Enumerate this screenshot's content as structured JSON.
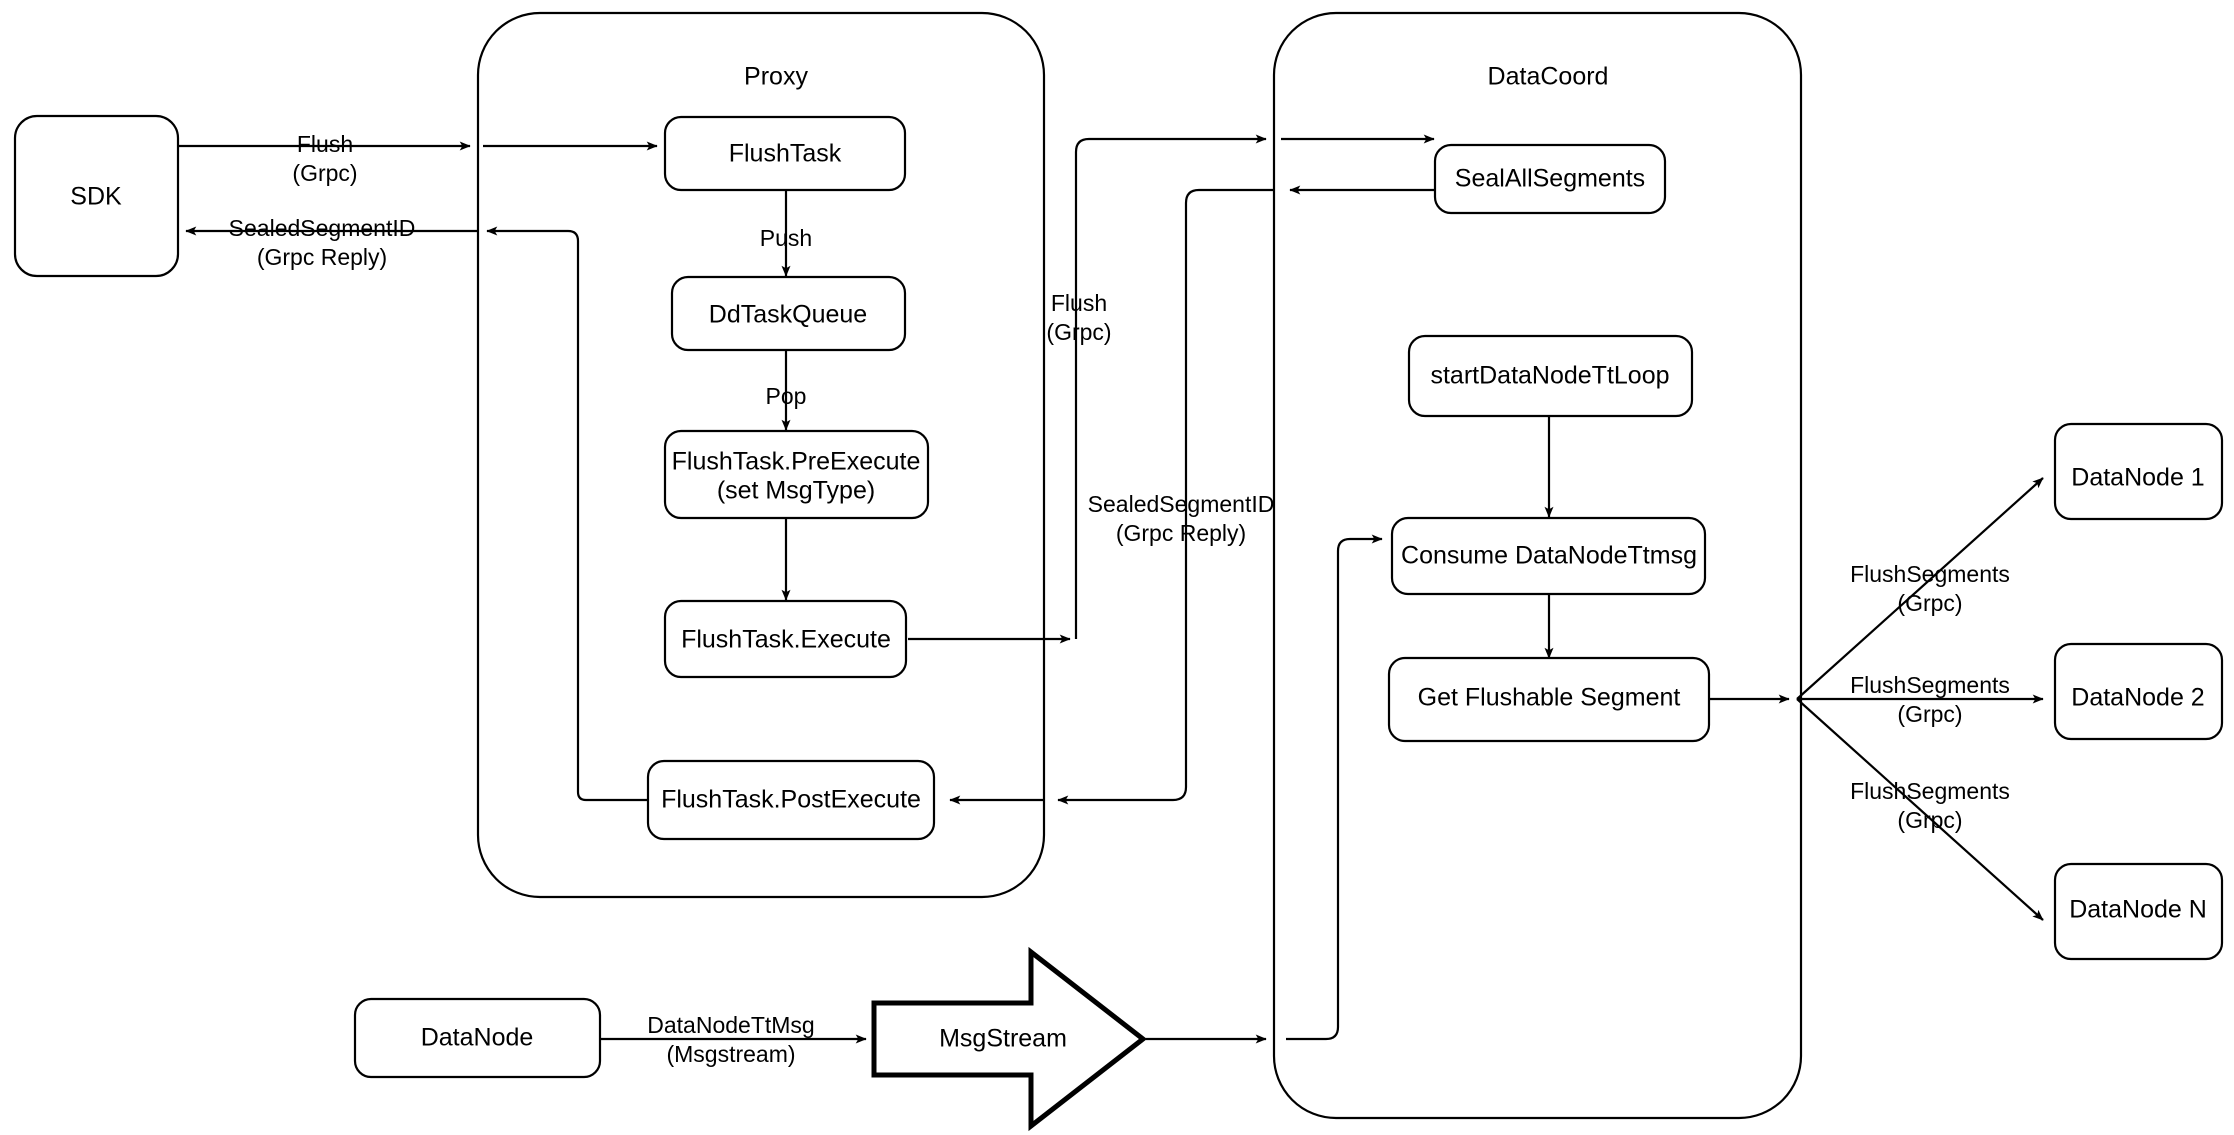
{
  "diagram": {
    "title": "Milvus Flush Sequence Flow",
    "background": "#ffffff",
    "stroke_color": "#000000",
    "fill_color": "#ffffff"
  },
  "groups": {
    "proxy": {
      "label": "Proxy"
    },
    "datacoord": {
      "label": "DataCoord"
    }
  },
  "nodes": {
    "sdk": {
      "label": "SDK"
    },
    "flush_task": {
      "label": "FlushTask"
    },
    "dd_task_queue": {
      "label": "DdTaskQueue"
    },
    "pre_execute_line1": {
      "label": "FlushTask.PreExecute"
    },
    "pre_execute_line2": {
      "label": "(set MsgType)"
    },
    "execute": {
      "label": "FlushTask.Execute"
    },
    "post_execute": {
      "label": "FlushTask.PostExecute"
    },
    "seal_all_segments": {
      "label": "SealAllSegments"
    },
    "start_datanode_tt_loop": {
      "label": "startDataNodeTtLoop"
    },
    "consume_datanode_ttmsg": {
      "label": "Consume DataNodeTtmsg"
    },
    "get_flushable_segment": {
      "label": "Get Flushable Segment"
    },
    "datanode_source": {
      "label": "DataNode"
    },
    "msgstream": {
      "label": "MsgStream"
    },
    "datanode_1": {
      "label": "DataNode 1"
    },
    "datanode_2": {
      "label": "DataNode 2"
    },
    "datanode_n": {
      "label": "DataNode N"
    }
  },
  "edges": {
    "sdk_to_proxy": {
      "line1": "Flush",
      "line2": "(Grpc)"
    },
    "proxy_to_sdk": {
      "line1": "SealedSegmentID",
      "line2": "(Grpc Reply)"
    },
    "flush_to_queue": {
      "line1": "Push"
    },
    "queue_to_pre": {
      "line1": "Pop"
    },
    "proxy_to_datacoord": {
      "line1": "Flush",
      "line2": "(Grpc)"
    },
    "datacoord_to_proxy": {
      "line1": "SealedSegmentID",
      "line2": "(Grpc Reply)"
    },
    "datanode_to_msgstream": {
      "line1": "DataNodeTtMsg",
      "line2": "(Msgstream)"
    },
    "flush_segments_1": {
      "line1": "FlushSegments",
      "line2": "(Grpc)"
    },
    "flush_segments_2": {
      "line1": "FlushSegments",
      "line2": "(Grpc)"
    },
    "flush_segments_n": {
      "line1": "FlushSegments",
      "line2": "(Grpc)"
    }
  }
}
